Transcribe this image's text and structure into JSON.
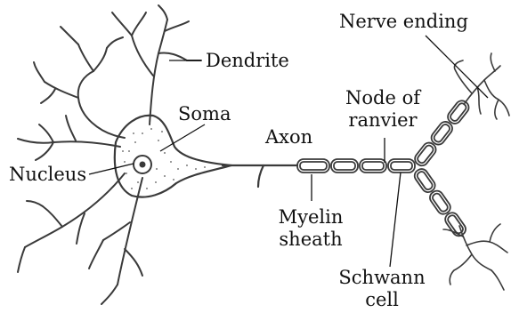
{
  "labels": {
    "nerve_ending": "Nerve ending",
    "dendrite": "Dendrite",
    "soma": "Soma",
    "nucleus": "Nucleus",
    "axon": "Axon",
    "node_of_ranvier_line1": "Node of",
    "node_of_ranvier_line2": "ranvier",
    "myelin_line1": "Myelin",
    "myelin_line2": "sheath",
    "schwann_line1": "Schwann",
    "schwann_line2": "cell"
  },
  "colors": {
    "line": "#3a3a3a",
    "text": "#111111",
    "background": "#ffffff"
  }
}
